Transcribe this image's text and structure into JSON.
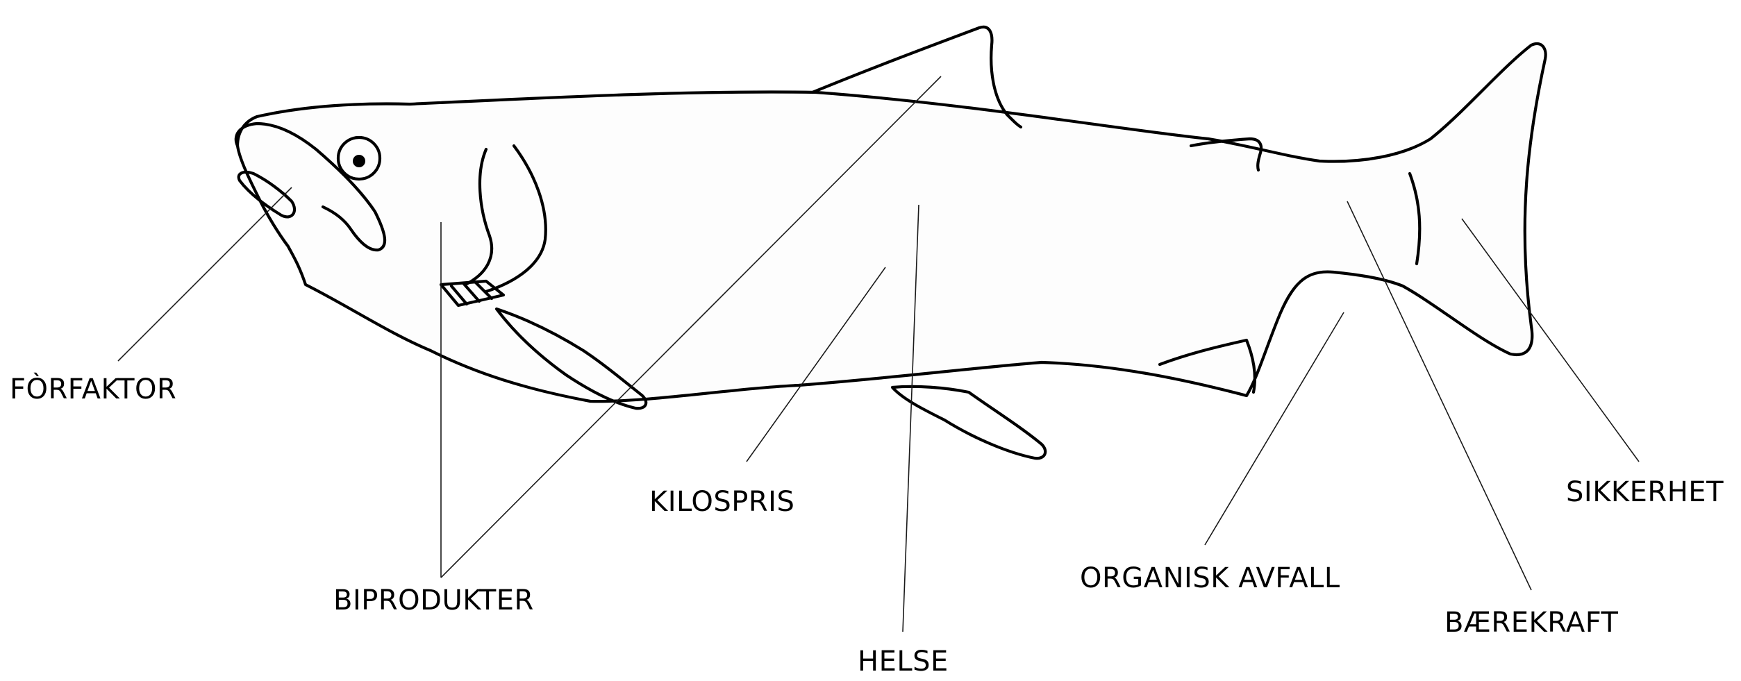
{
  "labels": {
    "forfaktor": "FÒRFAKTOR",
    "biprodukter": "BIPRODUKTER",
    "kilospris": "KILOSPRIS",
    "helse": "HELSE",
    "organisk_avfall": "ORGANISK AVFALL",
    "baerekraft": "BÆREKRAFT",
    "sikkerhet": "SIKKERHET"
  },
  "colors": {
    "outline": "#000000",
    "leader": "#1a1a1a",
    "background": "#ffffff"
  },
  "figure": {
    "subject": "fish-outline-icon"
  }
}
